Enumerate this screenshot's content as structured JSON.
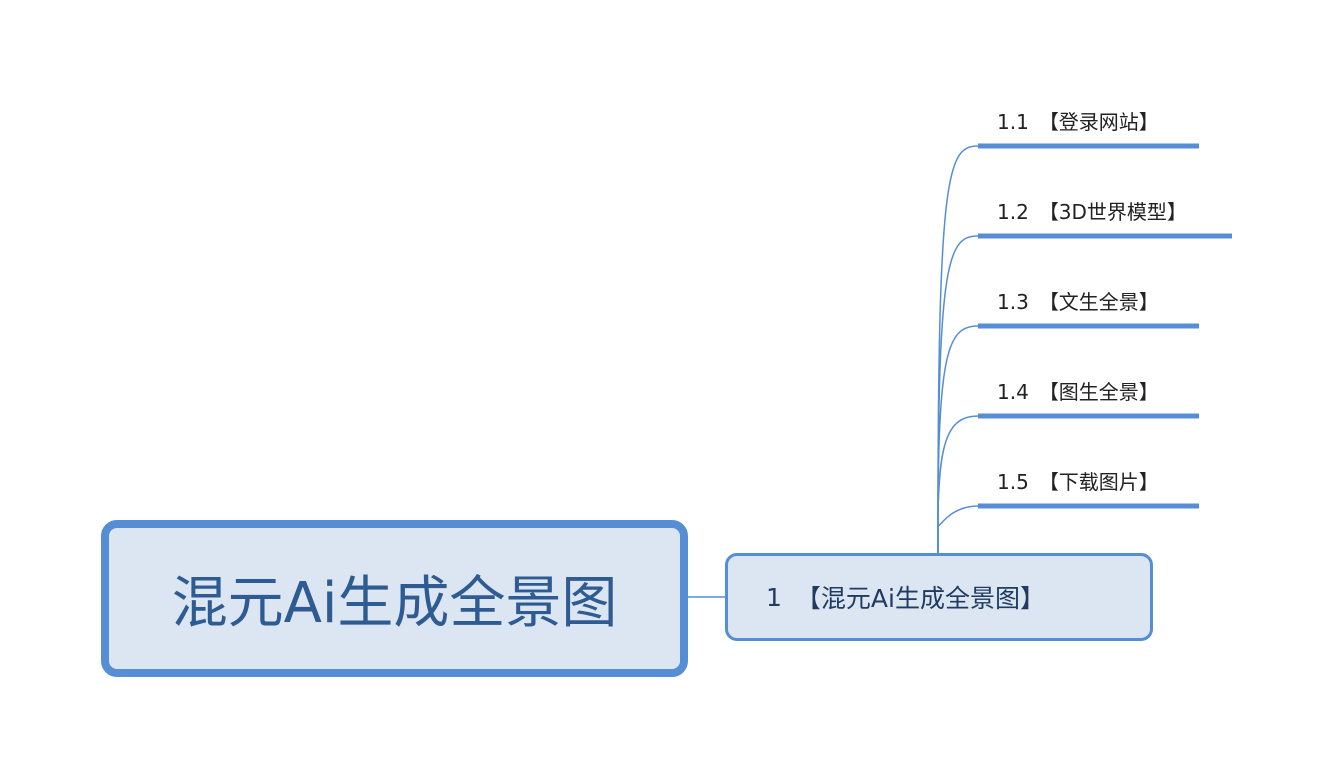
{
  "root": {
    "label": "混元Ai生成全景图"
  },
  "topic": {
    "number": "1",
    "label": "【混元Ai生成全景图】"
  },
  "subtopics": [
    {
      "number": "1.1",
      "label": "【登录网站】"
    },
    {
      "number": "1.2",
      "label": "【3D世界模型】"
    },
    {
      "number": "1.3",
      "label": "【文生全景】"
    },
    {
      "number": "1.4",
      "label": "【图生全景】"
    },
    {
      "number": "1.5",
      "label": "【下载图片】"
    }
  ],
  "colors": {
    "accent": "#558ed5",
    "fill": "#dce6f2",
    "root_text": "#2f5b93"
  }
}
